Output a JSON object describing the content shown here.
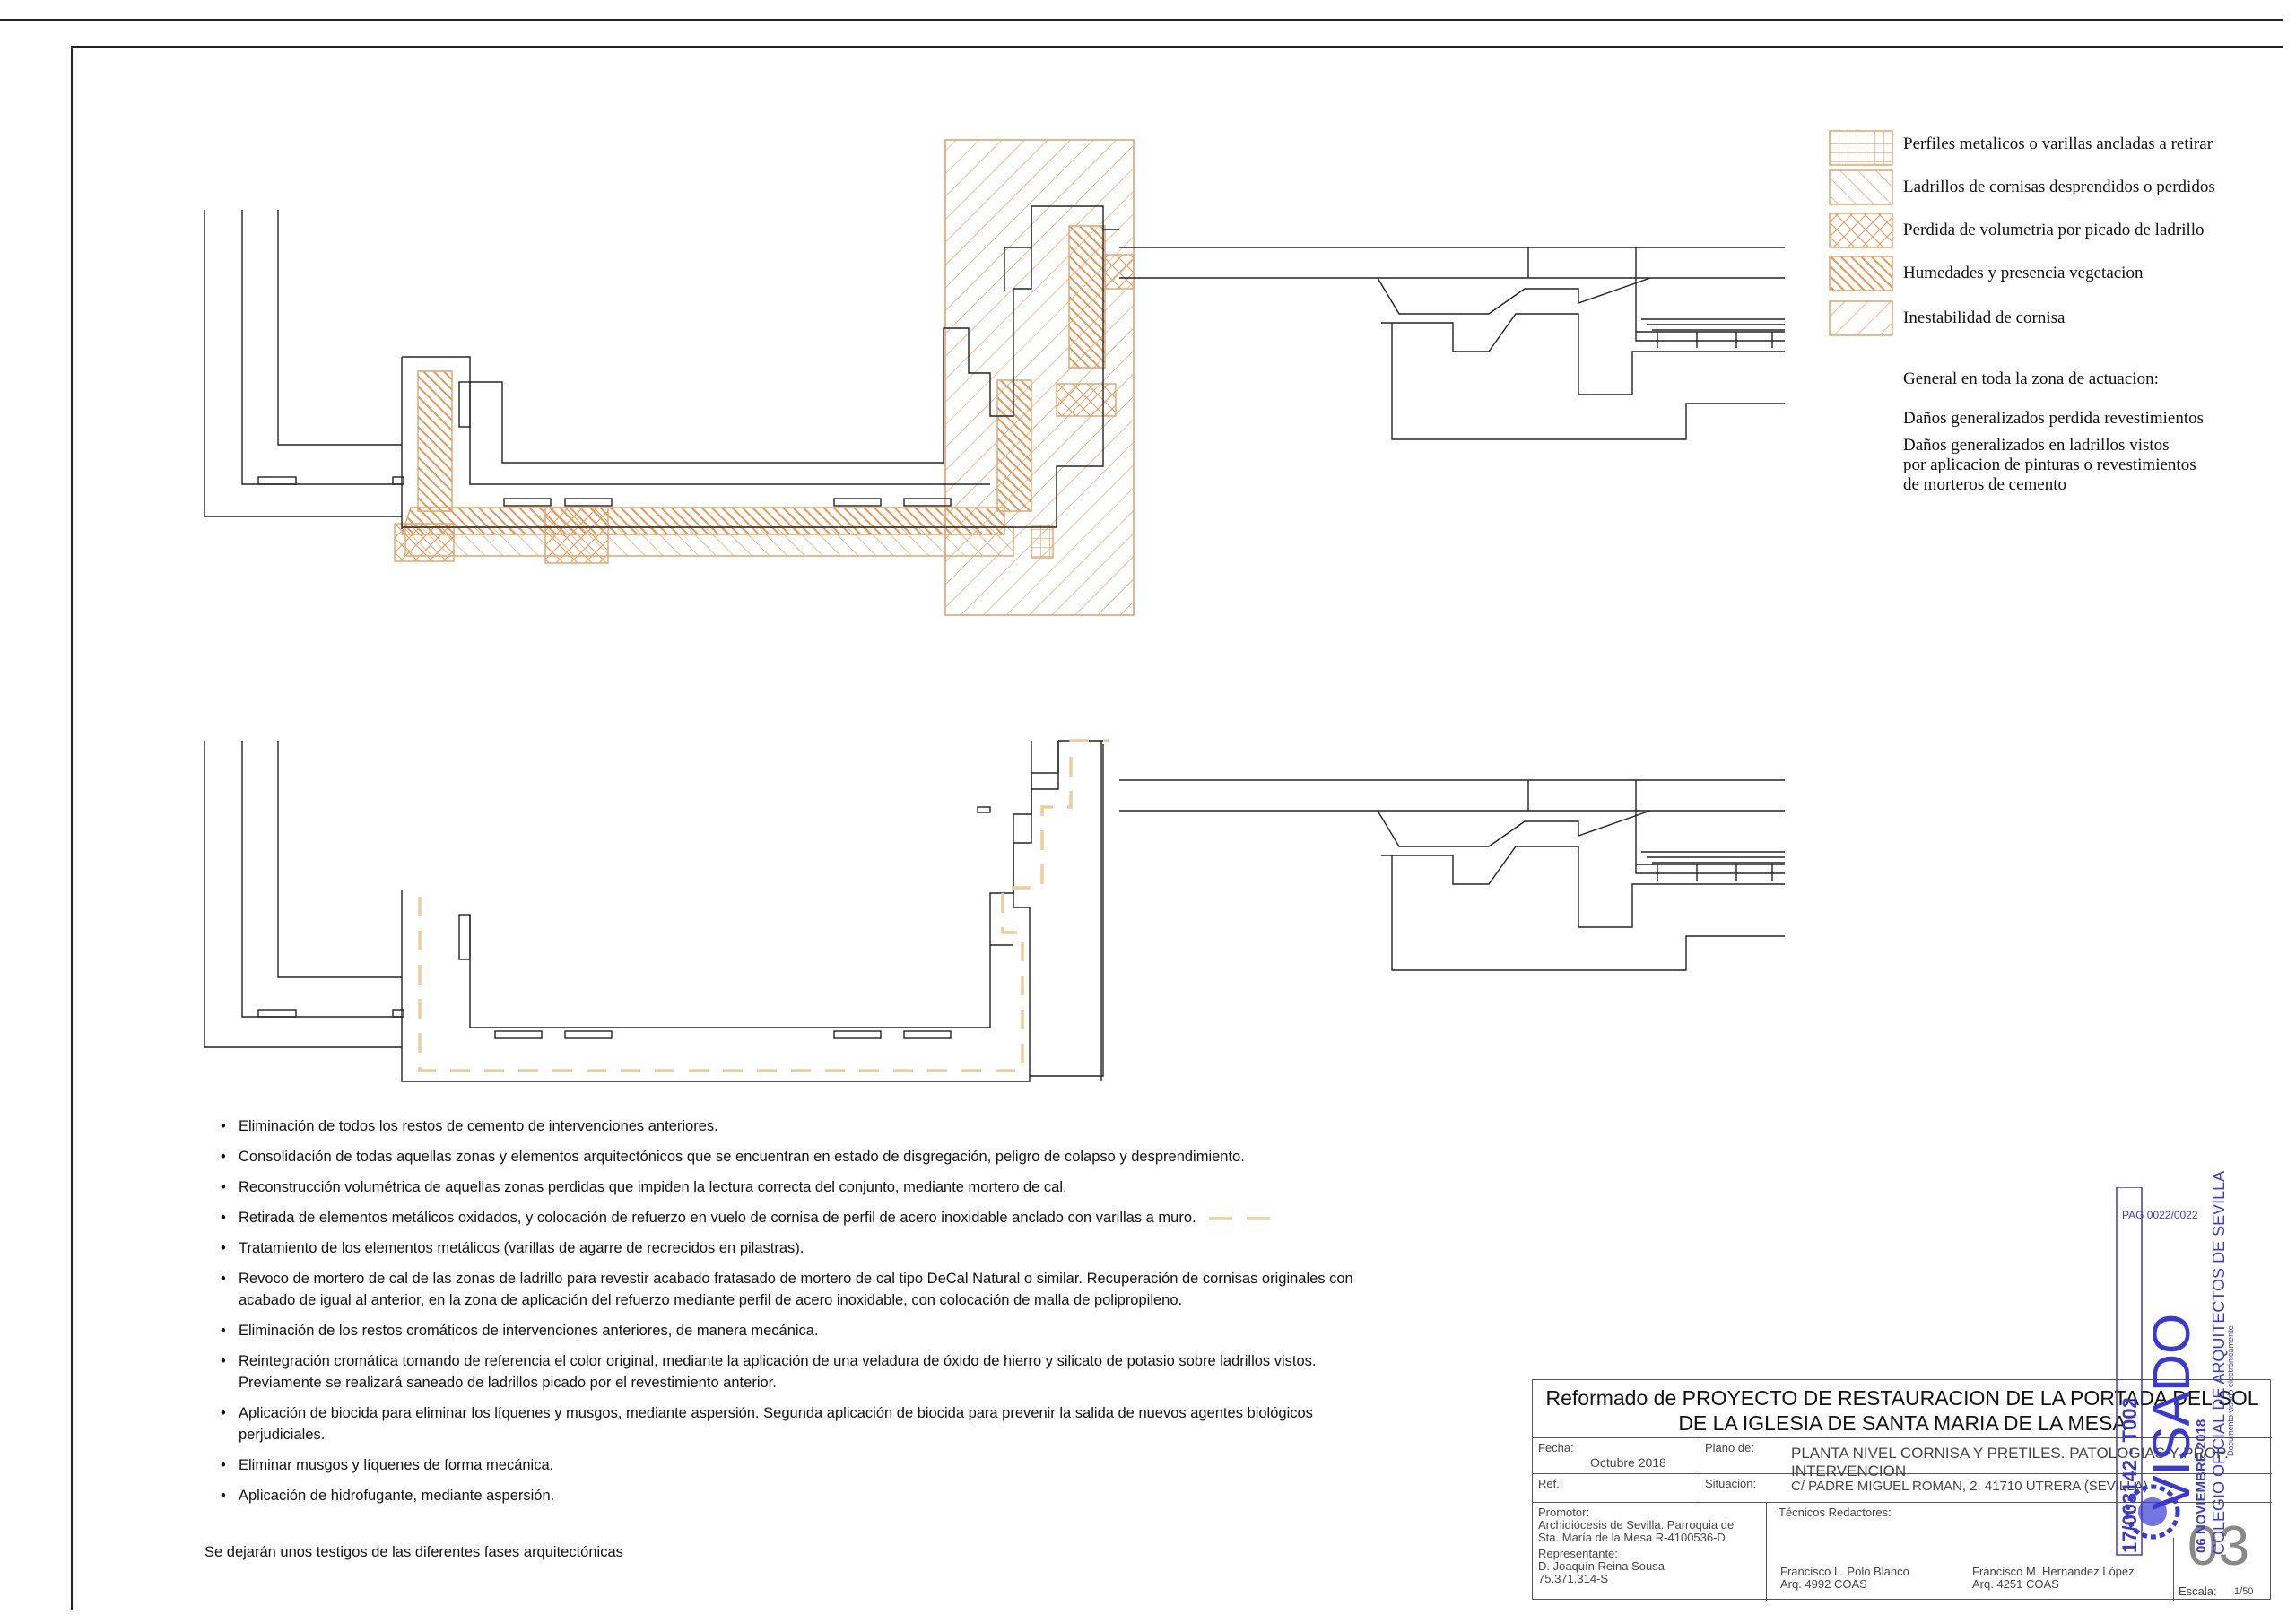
{
  "legend": {
    "items": [
      {
        "label": "Perfiles metalicos o varillas ancladas a retirar",
        "pattern": "grid"
      },
      {
        "label": "Ladrillos de cornisas desprendidos o perdidos",
        "pattern": "diag-fine"
      },
      {
        "label": "Perdida de volumetria por picado de ladrillo",
        "pattern": "crosshatch"
      },
      {
        "label": "Humedades y presencia vegetacion",
        "pattern": "diag-bold"
      },
      {
        "label": "Inestabilidad de cornisa",
        "pattern": "diag-reverse"
      }
    ],
    "general_heading": "General en toda la zona de actuacion:",
    "general_1": "Daños generalizados perdida revestimientos",
    "general_2_lines": [
      "Daños generalizados en ladrillos vistos",
      "por aplicacion de pinturas o revestimientos",
      "de morteros de cemento"
    ]
  },
  "interventions": [
    "Eliminación de todos los restos de cemento de intervenciones anteriores.",
    "Consolidación de todas aquellas zonas y elementos arquitectónicos que se encuentran en estado de disgregación, peligro de colapso y desprendimiento.",
    "Reconstrucción volumétrica de aquellas zonas perdidas que impiden la lectura correcta del conjunto, mediante mortero de cal.",
    "Retirada de elementos metálicos oxidados, y colocación de refuerzo en vuelo de cornisa de perfil de acero inoxidable anclado con varillas a muro.",
    "Tratamiento de los elementos metálicos (varillas de agarre de recrecidos en pilastras).",
    "Revoco de mortero de cal de las zonas de ladrillo para revestir acabado fratasado de mortero de cal tipo DeCal Natural o similar. Recuperación de cornisas originales con acabado de igual al anterior, en la zona de aplicación del refuerzo mediante perfil de acero inoxidable, con colocación de malla de polipropileno.",
    "Eliminación de los restos cromáticos de intervenciones anteriores, de manera mecánica.",
    "Reintegración cromática tomando de referencia el color original, mediante la aplicación de una veladura de óxido de hierro y silicato de potasio sobre ladrillos vistos. Previamente se realizará saneado de ladrillos picado por el revestimiento anterior.",
    "Aplicación de biocida para eliminar los líquenes y musgos, mediante aspersión. Segunda aplicación de biocida para prevenir la salida de nuevos agentes biológicos perjudiciales.",
    "Eliminar musgos y líquenes de forma mecánica.",
    "Aplicación de hidrofugante, mediante aspersión."
  ],
  "footnote": "Se dejarán unos testigos de las diferentes fases arquitectónicas",
  "title_block": {
    "title_line1": "Reformado de PROYECTO DE RESTAURACION DE LA PORTADA DEL SOL",
    "title_line2": "DE LA IGLESIA DE SANTA MARIA DE LA MESA",
    "fecha_label": "Fecha:",
    "fecha_value": "Octubre 2018",
    "plano_label": "Plano de:",
    "plano_value": "PLANTA NIVEL CORNISA Y PRETILES. PATOLOGIAS Y PROP. INTERVENCION",
    "ref_label": "Ref.:",
    "situacion_label": "Situación:",
    "situacion_value": "C/ PADRE MIGUEL ROMAN, 2.  41710 UTRERA (SEVILLA)",
    "promotor_label": "Promotor:",
    "promotor_lines": [
      "Archidiócesis de Sevilla. Parroquia de",
      "Sta. María de la Mesa  R-4100536-D"
    ],
    "representante_label": "Representante:",
    "representante_lines": [
      "D. Joaquín Reina Sousa",
      "75.371.314-S"
    ],
    "tecnicos_label": "Técnicos Redactores:",
    "tecnico1_lines": [
      "Francisco L. Polo Blanco",
      "Arq. 4992 COAS"
    ],
    "tecnico2_lines": [
      "Francisco M. Hernandez López",
      "Arq. 4251 COAS"
    ],
    "escala_label": "Escala:",
    "escala_value": "1/50",
    "sheet_number": "03"
  },
  "visado_stamp": {
    "page": "PAG 0022/0022",
    "number": "17/003142 - T002",
    "word": "VISADO",
    "date": "06 NOVIEMBRE 2018",
    "college": "COLEGIO OFICIAL DE ARQUITECTOS DE SEVILLA",
    "note": "Documento visado electrónicamente"
  },
  "colors": {
    "hatch": "#e0a46c",
    "hatch_bold": "#e09a5a",
    "drawing_line": "#222222",
    "reinforcement": "#e8cfa0",
    "stamp": "#3a3ad0"
  }
}
